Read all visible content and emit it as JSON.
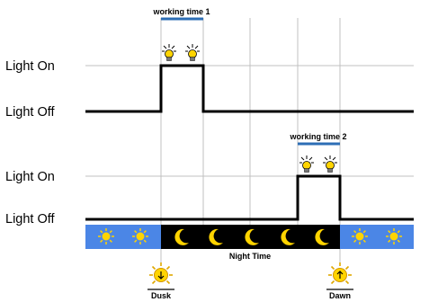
{
  "labels": {
    "light_on": "Light On",
    "light_off": "Light Off",
    "working_time_1": "working time 1",
    "working_time_2": "working time 2",
    "night_time": "Night Time",
    "dusk": "Dusk",
    "dawn": "Dawn"
  },
  "icons": {
    "bulb": "light-bulb-icon",
    "sun": "sun-icon",
    "moon": "crescent-moon-icon",
    "dusk": "sunset-icon",
    "dawn": "sunrise-icon"
  },
  "colors": {
    "day_sky": "#4b86e6",
    "night_sky": "#000000",
    "sun": "#ffd400",
    "moon": "#ffd400",
    "working_time_bar": "#2d6eb5",
    "signal_line": "#000000",
    "grid": "#bdbdbd"
  }
}
